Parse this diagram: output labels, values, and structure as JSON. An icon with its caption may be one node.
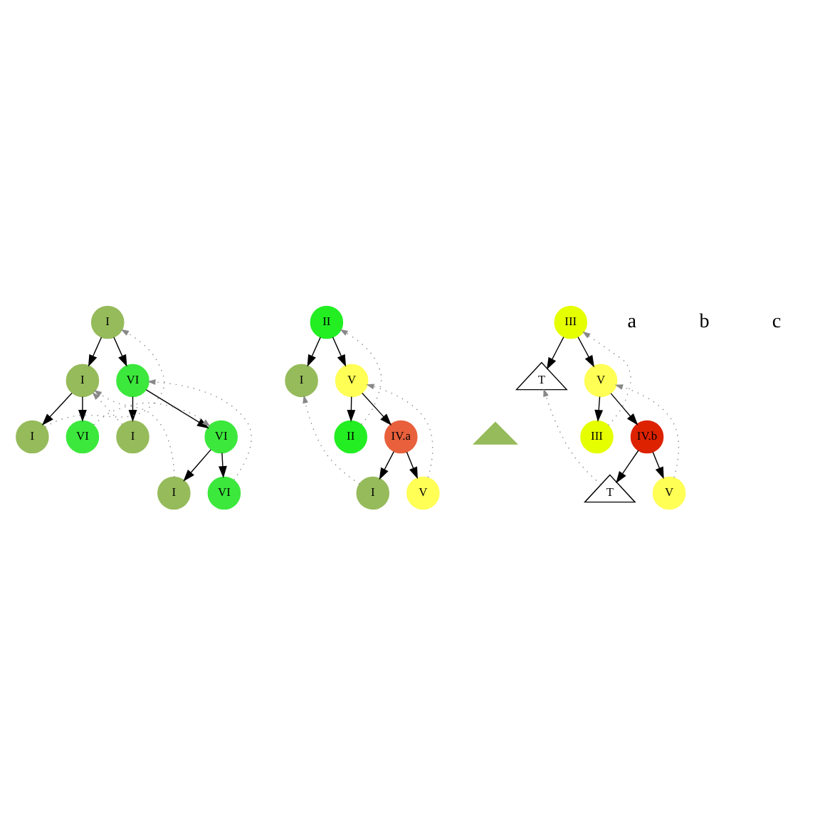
{
  "diagram": {
    "nodes": [
      {
        "text": [
          "I"
        ]
      },
      {
        "text": [
          "I"
        ]
      },
      {
        "text": [
          "VI"
        ]
      },
      {
        "text": [
          "I"
        ]
      },
      {
        "text": [
          "VI"
        ]
      },
      {
        "text": [
          "I"
        ]
      },
      {
        "text": [
          "VI"
        ]
      },
      {
        "text": [
          "I"
        ]
      },
      {
        "text": [
          "VI"
        ]
      },
      {
        "text": [
          "II"
        ]
      },
      {
        "text": [
          "I"
        ]
      },
      {
        "text": [],
        "shape": "triangle"
      },
      {
        "text": [
          "V"
        ]
      },
      {
        "text": [
          "II"
        ]
      },
      {
        "text": [
          "IV.a"
        ]
      },
      {
        "text": [
          "I"
        ]
      },
      {
        "text": [
          "V"
        ]
      },
      {
        "text": [
          "III"
        ]
      },
      {
        "text": [
          "T"
        ]
      },
      {
        "text": [
          "V"
        ]
      },
      {
        "text": [
          "III"
        ]
      },
      {
        "text": [
          "IV.b"
        ]
      },
      {
        "text": [
          "T"
        ]
      },
      {
        "text": [
          "V"
        ]
      }
    ],
    "edges": [
      {
        "from": 0,
        "to": 1,
        "arrow": "to"
      },
      {
        "from": 0,
        "to": 2,
        "arrow": "to"
      },
      {
        "from": 1,
        "to": 3,
        "arrow": "to"
      },
      {
        "from": 1,
        "to": 4,
        "arrow": "to"
      },
      {
        "from": 2,
        "to": 5,
        "arrow": "to"
      },
      {
        "from": 2,
        "to": 6,
        "arrow": "to"
      },
      {
        "from": 6,
        "to": 7,
        "arrow": "to"
      },
      {
        "from": 6,
        "to": 8,
        "arrow": "to"
      },
      {
        "from": 3,
        "to": 0,
        "arrow": "to",
        "style": "dashed",
        "color": "#888888"
      },
      {
        "from": 5,
        "to": 1,
        "arrow": "to",
        "style": "dashed",
        "color": "#888888"
      },
      {
        "from": 7,
        "to": 1,
        "arrow": "to",
        "style": "dashed",
        "color": "#888888"
      },
      {
        "from": 4,
        "to": 6,
        "arrow": "to",
        "style": "dashed",
        "color": "#888888"
      },
      {
        "from": 8,
        "to": 2,
        "arrow": "to",
        "style": "dashed",
        "color": "#888888"
      },
      {
        "from": 9,
        "to": 10,
        "arrow": "to"
      },
      {
        "from": 9,
        "to": 12,
        "arrow": "to"
      },
      {
        "from": 12,
        "to": 13,
        "arrow": "to"
      },
      {
        "from": 12,
        "to": 14,
        "arrow": "to"
      },
      {
        "from": 14,
        "to": 15,
        "arrow": "to"
      },
      {
        "from": 14,
        "to": 16,
        "arrow": "to"
      },
      {
        "from": 13,
        "to": 9,
        "arrow": "to",
        "style": "dashed",
        "color": "#888888"
      },
      {
        "from": 15,
        "to": 10,
        "arrow": "to",
        "style": "dashed",
        "color": "#888888"
      },
      {
        "from": 16,
        "to": 12,
        "arrow": "to",
        "style": "dashed",
        "color": "#888888"
      },
      {
        "from": 17,
        "to": 18,
        "arrow": "to"
      },
      {
        "from": 17,
        "to": 19,
        "arrow": "to"
      },
      {
        "from": 19,
        "to": 20,
        "arrow": "to"
      },
      {
        "from": 19,
        "to": 21,
        "arrow": "to"
      },
      {
        "from": 21,
        "to": 22,
        "arrow": "to"
      },
      {
        "from": 21,
        "to": 23,
        "arrow": "to"
      },
      {
        "from": 20,
        "to": 17,
        "arrow": "to",
        "style": "dashed",
        "color": "#888888"
      },
      {
        "from": 22,
        "to": 18,
        "arrow": "to",
        "style": "dashed",
        "color": "#888888"
      },
      {
        "from": 23,
        "to": 19,
        "arrow": "to",
        "style": "dashed",
        "color": "#888888"
      }
    ],
    "labels": [
      "a",
      "b",
      "c"
    ]
  }
}
